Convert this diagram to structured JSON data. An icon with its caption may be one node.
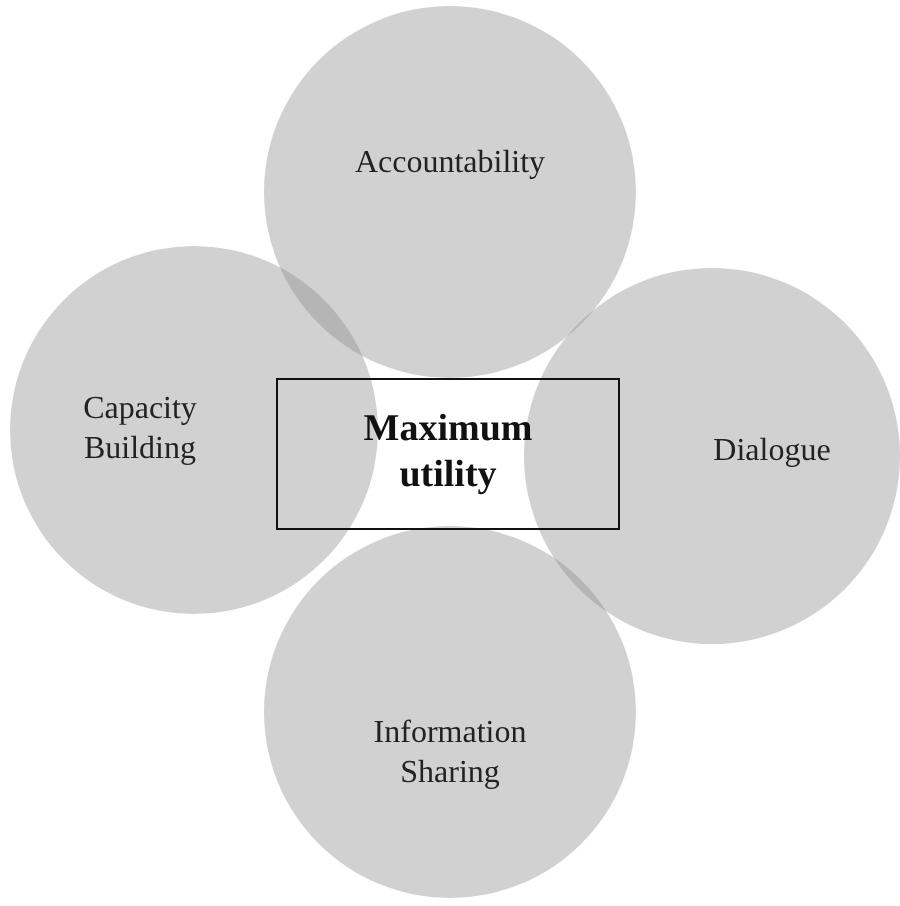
{
  "diagram": {
    "nodes": [
      {
        "text": [
          "Accountability"
        ]
      },
      {
        "text": [
          "Capacity Building"
        ]
      },
      {
        "text": [
          "Dialogue"
        ]
      },
      {
        "text": [
          "Information Sharing"
        ]
      },
      {
        "text": [
          "Maximum utility"
        ]
      }
    ]
  }
}
